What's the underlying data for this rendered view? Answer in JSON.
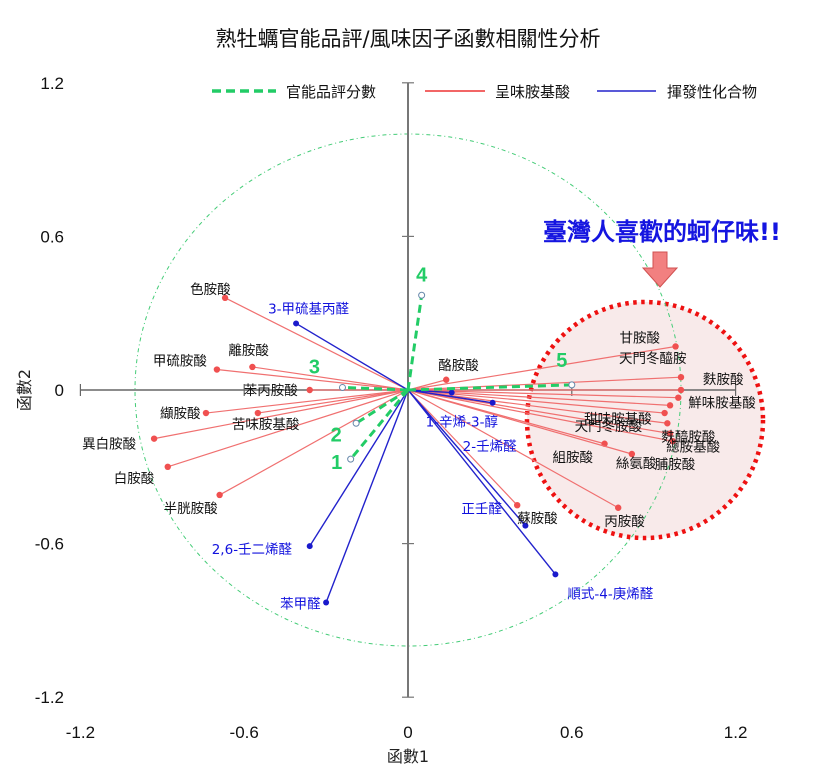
{
  "chart_data": {
    "type": "scatter",
    "subtype": "biplot",
    "title": "熟牡蠣官能品評/風味因子函數相關性分析",
    "xlabel": "函數1",
    "ylabel": "函數2",
    "xlim": [
      -1.2,
      1.2
    ],
    "ylim": [
      -1.2,
      1.2
    ],
    "xticks": [
      "-1.2",
      "-0.6",
      "0",
      "0.6",
      "1.2"
    ],
    "yticks": [
      "1.2",
      "0.6",
      "0",
      "-0.6",
      "-1.2"
    ],
    "xtick_values": [
      -1.2,
      -0.6,
      0,
      0.6,
      1.2
    ],
    "ytick_values": [
      1.2,
      0.6,
      0,
      -0.6,
      -1.2
    ],
    "unit_circle_radius": 1.0,
    "legend": {
      "position": "top",
      "entries": [
        {
          "name": "官能品評分數",
          "style": "dashed",
          "color": "#22cc66"
        },
        {
          "name": "呈味胺基酸",
          "style": "solid",
          "color": "#ee3333"
        },
        {
          "name": "揮發性化合物",
          "style": "solid",
          "color": "#2222cc"
        }
      ]
    },
    "series": [
      {
        "name": "呈味胺基酸",
        "color": "#f07070",
        "points": [
          {
            "label": "色胺酸",
            "x": -0.67,
            "y": 0.36
          },
          {
            "label": "甲硫胺酸",
            "x": -0.7,
            "y": 0.08
          },
          {
            "label": "離胺酸",
            "x": -0.57,
            "y": 0.09
          },
          {
            "label": "苯丙胺酸",
            "x": -0.36,
            "y": 0.0
          },
          {
            "label": "纈胺酸",
            "x": -0.74,
            "y": -0.09
          },
          {
            "label": "苦味胺基酸",
            "x": -0.55,
            "y": -0.09
          },
          {
            "label": "異白胺酸",
            "x": -0.93,
            "y": -0.19
          },
          {
            "label": "白胺酸",
            "x": -0.88,
            "y": -0.3
          },
          {
            "label": "半胱胺酸",
            "x": -0.69,
            "y": -0.41
          },
          {
            "label": "酪胺酸",
            "x": 0.14,
            "y": 0.04
          },
          {
            "label": "甘胺酸",
            "x": 0.98,
            "y": 0.17
          },
          {
            "label": "天門冬醯胺",
            "x": 1.0,
            "y": 0.05
          },
          {
            "label": "麩胺酸",
            "x": 1.0,
            "y": 0.0
          },
          {
            "label": "鮮味胺基酸",
            "x": 0.99,
            "y": -0.03
          },
          {
            "label": "甜味胺基酸",
            "x": 0.96,
            "y": -0.06
          },
          {
            "label": "天門冬胺酸",
            "x": 0.94,
            "y": -0.09
          },
          {
            "label": "麩醯胺酸",
            "x": 0.95,
            "y": -0.13
          },
          {
            "label": "總胺基酸",
            "x": 0.96,
            "y": -0.17
          },
          {
            "label": "脯胺酸",
            "x": 0.97,
            "y": -0.2
          },
          {
            "label": "組胺酸",
            "x": 0.72,
            "y": -0.21
          },
          {
            "label": "絲氨酸",
            "x": 0.82,
            "y": -0.25
          },
          {
            "label": "丙胺酸",
            "x": 0.77,
            "y": -0.46
          },
          {
            "label": "蘇胺酸",
            "x": 0.4,
            "y": -0.45
          }
        ]
      },
      {
        "name": "揮發性化合物",
        "color": "#2222cc",
        "points": [
          {
            "label": "3-甲硫基丙醛",
            "x": -0.41,
            "y": 0.26
          },
          {
            "label": "1-辛烯-3-醇",
            "x": 0.16,
            "y": -0.01
          },
          {
            "label": "2-壬烯醛",
            "x": 0.31,
            "y": -0.05
          },
          {
            "label": "正壬醛",
            "x": 0.43,
            "y": -0.53
          },
          {
            "label": "順式-4-庚烯醛",
            "x": 0.54,
            "y": -0.72
          },
          {
            "label": "2,6-壬二烯醛",
            "x": -0.36,
            "y": -0.61
          },
          {
            "label": "苯甲醛",
            "x": -0.3,
            "y": -0.83
          }
        ]
      },
      {
        "name": "官能品評分數",
        "color": "#22cc66",
        "points": [
          {
            "label": "1",
            "x": -0.21,
            "y": -0.27
          },
          {
            "label": "2",
            "x": -0.19,
            "y": -0.13
          },
          {
            "label": "3",
            "x": -0.24,
            "y": 0.01
          },
          {
            "label": "4",
            "x": 0.05,
            "y": 0.37
          },
          {
            "label": "5",
            "x": 0.6,
            "y": 0.02
          }
        ]
      }
    ],
    "annotations": [
      {
        "text": "臺灣人喜歡的蚵仔味!!",
        "color": "#1515e0",
        "target": "dotted circle around sample 5 and umami amino acids"
      }
    ]
  }
}
